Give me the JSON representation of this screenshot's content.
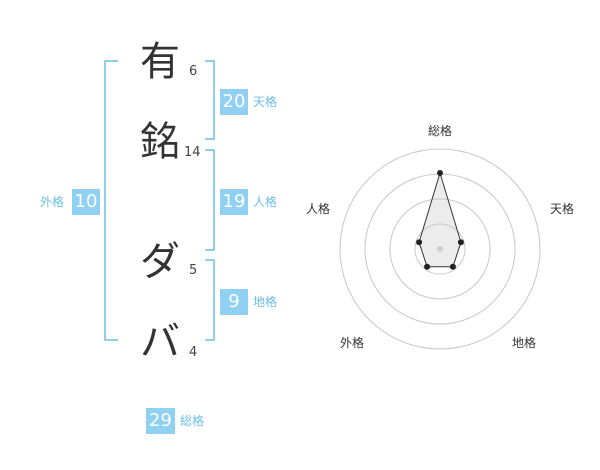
{
  "name": {
    "chars": [
      {
        "char": "有",
        "strokes": "6"
      },
      {
        "char": "銘",
        "strokes": "14"
      },
      {
        "char": "ダ",
        "strokes": "5"
      },
      {
        "char": "バ",
        "strokes": "4"
      }
    ]
  },
  "kaku": {
    "ten": {
      "value": "20",
      "label": "天格"
    },
    "jin": {
      "value": "19",
      "label": "人格"
    },
    "chi": {
      "value": "9",
      "label": "地格"
    },
    "gai": {
      "value": "10",
      "label": "外格"
    },
    "sou": {
      "value": "29",
      "label": "総格"
    }
  },
  "radar": {
    "axes": [
      "総格",
      "天格",
      "地格",
      "外格",
      "人格"
    ],
    "levels": 4,
    "values": [
      0.76,
      0.22,
      0.22,
      0.22,
      0.22
    ]
  },
  "colors": {
    "accent": "#8fd0f3",
    "bracket": "#6bbde6"
  }
}
